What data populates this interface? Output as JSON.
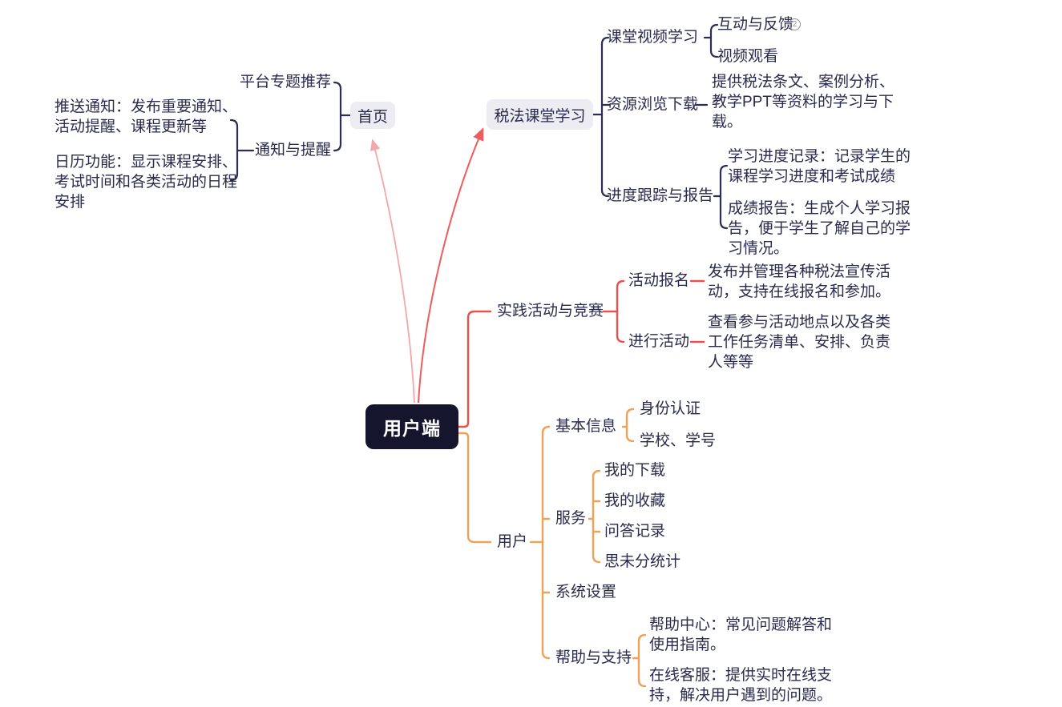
{
  "colors": {
    "navy_line": "#2c2c54",
    "text": "#2a2a4d",
    "red_line": "#e9504e",
    "salmon_arrow": "#ee5c5c",
    "pink_arrow": "#f2a8a8",
    "orange_line": "#f0a159",
    "node_box_bg": "#ececf2",
    "root_bg": "#15152d",
    "root_text": "#ffffff",
    "badge_gray": "#8f8f97"
  },
  "root": {
    "label": "用户端"
  },
  "home": {
    "label": "首页",
    "platform": {
      "label": "平台专题推荐"
    },
    "notify": {
      "label": "通知与提醒"
    },
    "push": {
      "label": "推送通知：发布重要通知、\n活动提醒、课程更新等"
    },
    "calendar": {
      "label": "日历功能：显示课程安排、\n考试时间和各类活动的日程\n安排"
    }
  },
  "tax": {
    "label": "税法课堂学习",
    "video_learning": {
      "label": "课堂视频学习"
    },
    "interaction": {
      "label": "互动与反馈",
      "badge": "2"
    },
    "video_watch": {
      "label": "视频观看"
    },
    "resource": {
      "label": "资源浏览下载"
    },
    "resource_desc": {
      "label": "提供税法条文、案例分析、\n教学PPT等资料的学习与下\n载。"
    },
    "progress": {
      "label": "进度跟踪与报告"
    },
    "progress_record": {
      "label": "学习进度记录：记录学生的\n课程学习进度和考试成绩"
    },
    "score_report": {
      "label": "成绩报告：生成个人学习报\n告，便于学生了解自己的学\n习情况。"
    }
  },
  "practice": {
    "label": "实践活动与竞赛",
    "signup": {
      "label": "活动报名"
    },
    "signup_desc": {
      "label": "发布并管理各种税法宣传活\n动，支持在线报名和参加。"
    },
    "run": {
      "label": "进行活动"
    },
    "run_desc": {
      "label": "查看参与活动地点以及各类\n工作任务清单、安排、负责\n人等等"
    }
  },
  "user": {
    "label": "用户",
    "basic": {
      "label": "基本信息"
    },
    "identity": {
      "label": "身份认证"
    },
    "school": {
      "label": "学校、学号"
    },
    "service": {
      "label": "服务"
    },
    "download": {
      "label": "我的下载"
    },
    "favorite": {
      "label": "我的收藏"
    },
    "qa": {
      "label": "问答记录"
    },
    "points": {
      "label": "思未分统计"
    },
    "settings": {
      "label": "系统设置"
    },
    "help": {
      "label": "帮助与支持"
    },
    "help_center": {
      "label": "帮助中心：常见问题解答和\n使用指南。"
    },
    "online_service": {
      "label": "在线客服：提供实时在线支\n持，解决用户遇到的问题。"
    }
  }
}
